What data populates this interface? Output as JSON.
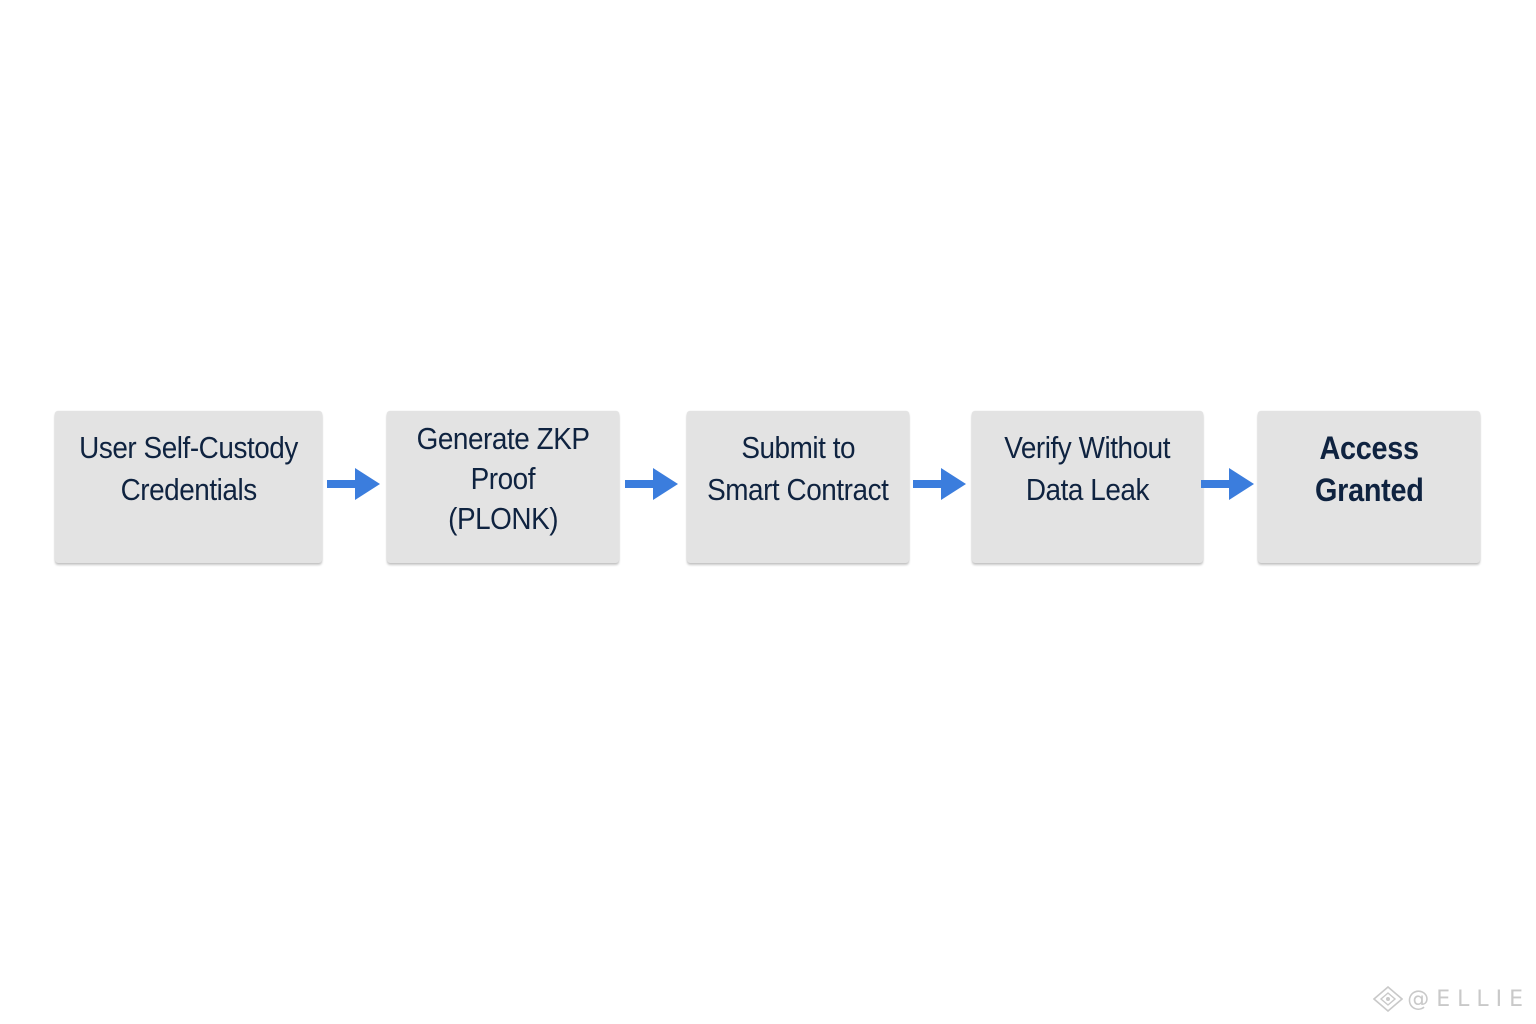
{
  "steps": [
    {
      "lines": [
        "User Self-Custody",
        "Credentials"
      ]
    },
    {
      "lines": [
        "Generate ZKP",
        "Proof",
        "(PLONK)"
      ]
    },
    {
      "lines": [
        "Submit to",
        "Smart Contract"
      ]
    },
    {
      "lines": [
        "Verify Without",
        "Data Leak"
      ]
    },
    {
      "lines": [
        "Access",
        "Granted"
      ]
    }
  ],
  "watermark": {
    "text": "@ELLIE",
    "icon": "diamond-logo-icon"
  },
  "colors": {
    "box_fill": "#e3e3e3",
    "text": "#0f2340",
    "arrow": "#3b7ddd",
    "background": "#ffffff"
  }
}
